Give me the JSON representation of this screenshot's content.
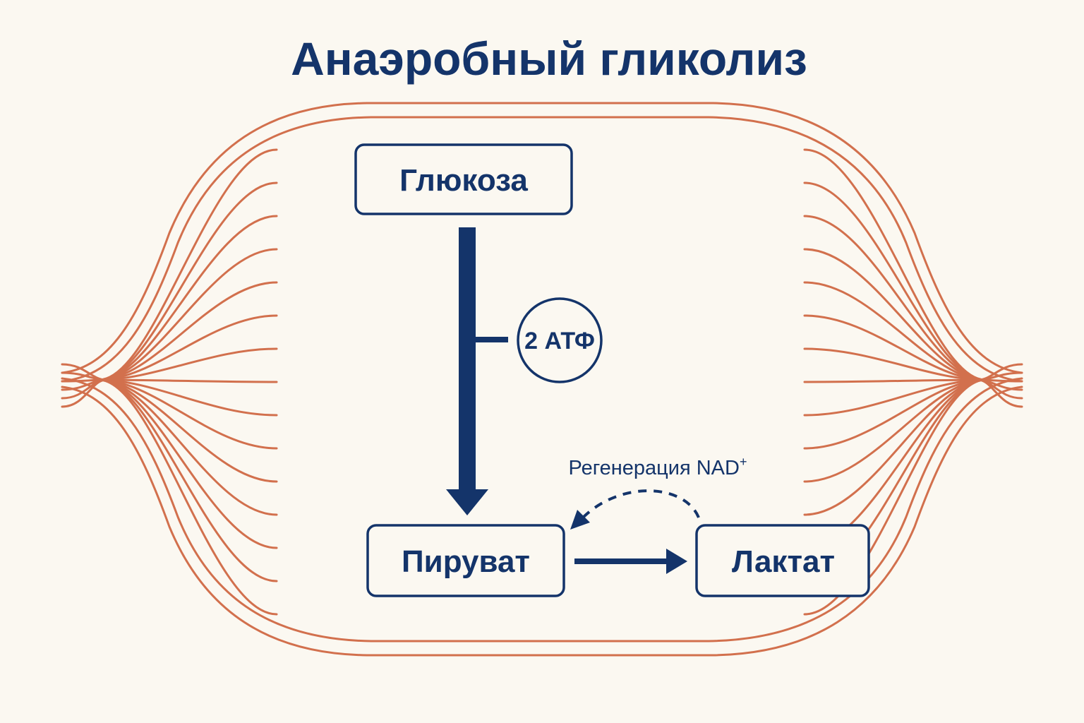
{
  "title": "Анаэробный гликолиз",
  "nodes": {
    "glucose": "Глюкоза",
    "pyruvate": "Пируват",
    "lactate": "Лактат"
  },
  "atp_label": "2 АТФ",
  "regeneration": {
    "label": "Регенерация NAD",
    "superscript": "+"
  },
  "colors": {
    "primary": "#14346a",
    "muscle": "#d2704d",
    "background": "#fbf8f1"
  }
}
